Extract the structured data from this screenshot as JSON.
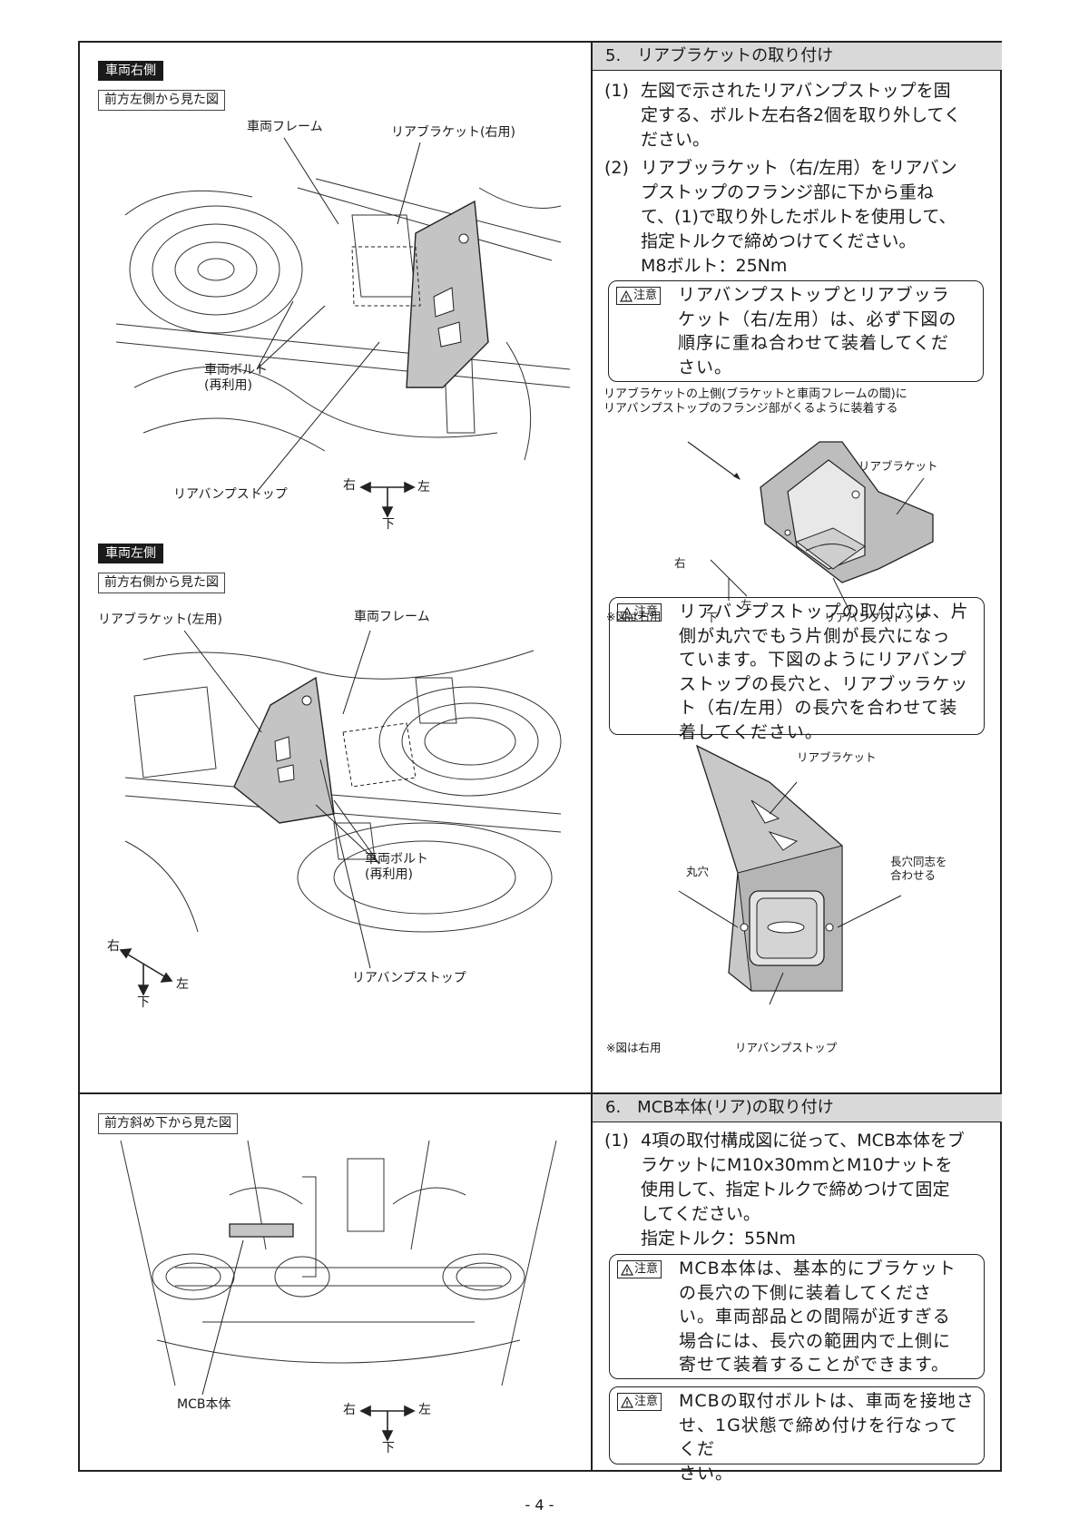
{
  "sec5": {
    "title": "5.　リアブラケットの取り付け",
    "steps": [
      {
        "num": "(1)",
        "lines": [
          "左図で示されたリアバンプストップを固",
          "定する、ボルト左右各2個を取り外してく",
          "ださい。"
        ]
      },
      {
        "num": "(2)",
        "lines": [
          "リアブッラケット（右/左用）をリアバン",
          "プストップのフランジ部に下から重ね",
          "て、(1)で取り外したボルトを使用して、",
          "指定トルクで締めつけてください。",
          "M8ボルト：25Nm"
        ]
      }
    ],
    "caution1": [
      "リアバンプストップとリアブッラ",
      "ケット（右/左用）は、必ず下図の",
      "順序に重ね合わせて装着してくだ",
      "さい。"
    ],
    "diagram1": {
      "caption": [
        "リアブラケットの上側(ブラケットと車両フレームの間)に",
        "リアバンプストップのフランジ部がくるように装着する"
      ],
      "bracket": "リアブラケット",
      "bumpstop": "リアバンプストップ",
      "note": "※図は右用",
      "dir_right": "右",
      "dir_left": "左",
      "dir_down": "下"
    },
    "caution2": [
      "リアバンプストップの取付穴は、片",
      "側が丸穴でもう片側が長穴になっ",
      "ています。下図のようにリアバンプ",
      "ストップの長穴と、リアブッラケッ",
      "ト（右/左用）の長穴を合わせて装",
      "着してください。"
    ],
    "diagram2": {
      "bracket": "リアブラケット",
      "round_hole": "丸穴",
      "slot_match": [
        "長穴同志を",
        "合わせる"
      ],
      "bumpstop": "リアバンプストップ",
      "note": "※図は右用"
    }
  },
  "left_top": {
    "tag": "車両右側",
    "view": "前方左側から見た図",
    "frame": "車両フレーム",
    "bracket": "リアブラケット(右用)",
    "bolt": [
      "車両ボルト",
      "(再利用)"
    ],
    "bumpstop": "リアバンプストップ",
    "dir_right": "右",
    "dir_left": "左",
    "dir_down": "下"
  },
  "left_mid": {
    "tag": "車両左側",
    "view": "前方右側から見た図",
    "bracket": "リアブラケット(左用)",
    "frame": "車両フレーム",
    "bolt": [
      "車両ボルト",
      "(再利用)"
    ],
    "bumpstop": "リアバンプストップ",
    "dir_right": "右",
    "dir_left": "左",
    "dir_down": "下"
  },
  "left_bottom": {
    "view": "前方斜め下から見た図",
    "mcb": "MCB本体",
    "dir_right": "右",
    "dir_left": "左",
    "dir_down": "下"
  },
  "sec6": {
    "title": "6.　MCB本体(リア)の取り付け",
    "step": {
      "num": "(1)",
      "lines": [
        "4項の取付構成図に従って、MCB本体をブ",
        "ラケットにM10x30mmとM10ナットを",
        "使用して、指定トルクで締めつけて固定",
        "してください。",
        "指定トルク：55Nm"
      ]
    },
    "caution1": [
      "MCB本体は、基本的にブラケット",
      "の長穴の下側に装着してくださ",
      "い。車両部品との間隔が近すぎる",
      "場合には、長穴の範囲内で上側に",
      "寄せて装着することができます。"
    ],
    "caution2": [
      "MCBの取付ボルトは、車両を接地さ",
      "せ、1G状態で締め付けを行なってくだ",
      "さい。"
    ]
  },
  "caution_badge": "注意",
  "page_number": "- 4 -"
}
